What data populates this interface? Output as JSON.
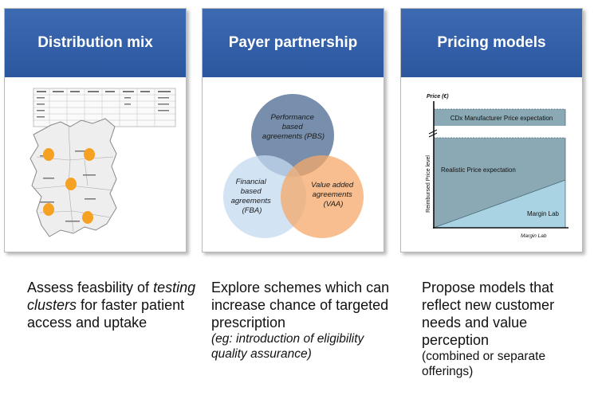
{
  "cards": [
    {
      "title": "Distribution mix",
      "caption_a": "Assess feasbility of ",
      "caption_italic": "testing clusters",
      "caption_b": " for faster patient access and uptake"
    },
    {
      "title": "Payer partnership",
      "circles": {
        "top": [
          "Performance",
          "based",
          "agreements (PBS)"
        ],
        "left": [
          "Financial",
          "based",
          "agreements",
          "(FBA)"
        ],
        "right": [
          "Value added",
          "agreements",
          "(VAA)"
        ]
      },
      "caption": "Explore schemes which can increase chance of targeted prescription",
      "caption_note": "(eg: introduction of eligibility quality assurance)"
    },
    {
      "title": "Pricing models",
      "chart": {
        "y_axis_label": "Price (€)",
        "y_axis_side_label": "Reimbursed Price level",
        "x_axis_label": "Margin Lab",
        "band_top_label": "CDx Manufacturer Price expectation",
        "band_mid_label": "Realistic Price expectation",
        "band_low_label": "Margin Lab"
      },
      "caption": "Propose models that reflect new customer needs and value perception",
      "caption_note": "(combined or separate offerings)"
    }
  ],
  "colors": {
    "header": "#2f5ea8",
    "venn_top": "#5f7a9e",
    "venn_left": "#c3d9f0",
    "venn_right": "#f6a86a",
    "price_band": "#8aa9b5",
    "margin_band": "#a9d3e3"
  }
}
